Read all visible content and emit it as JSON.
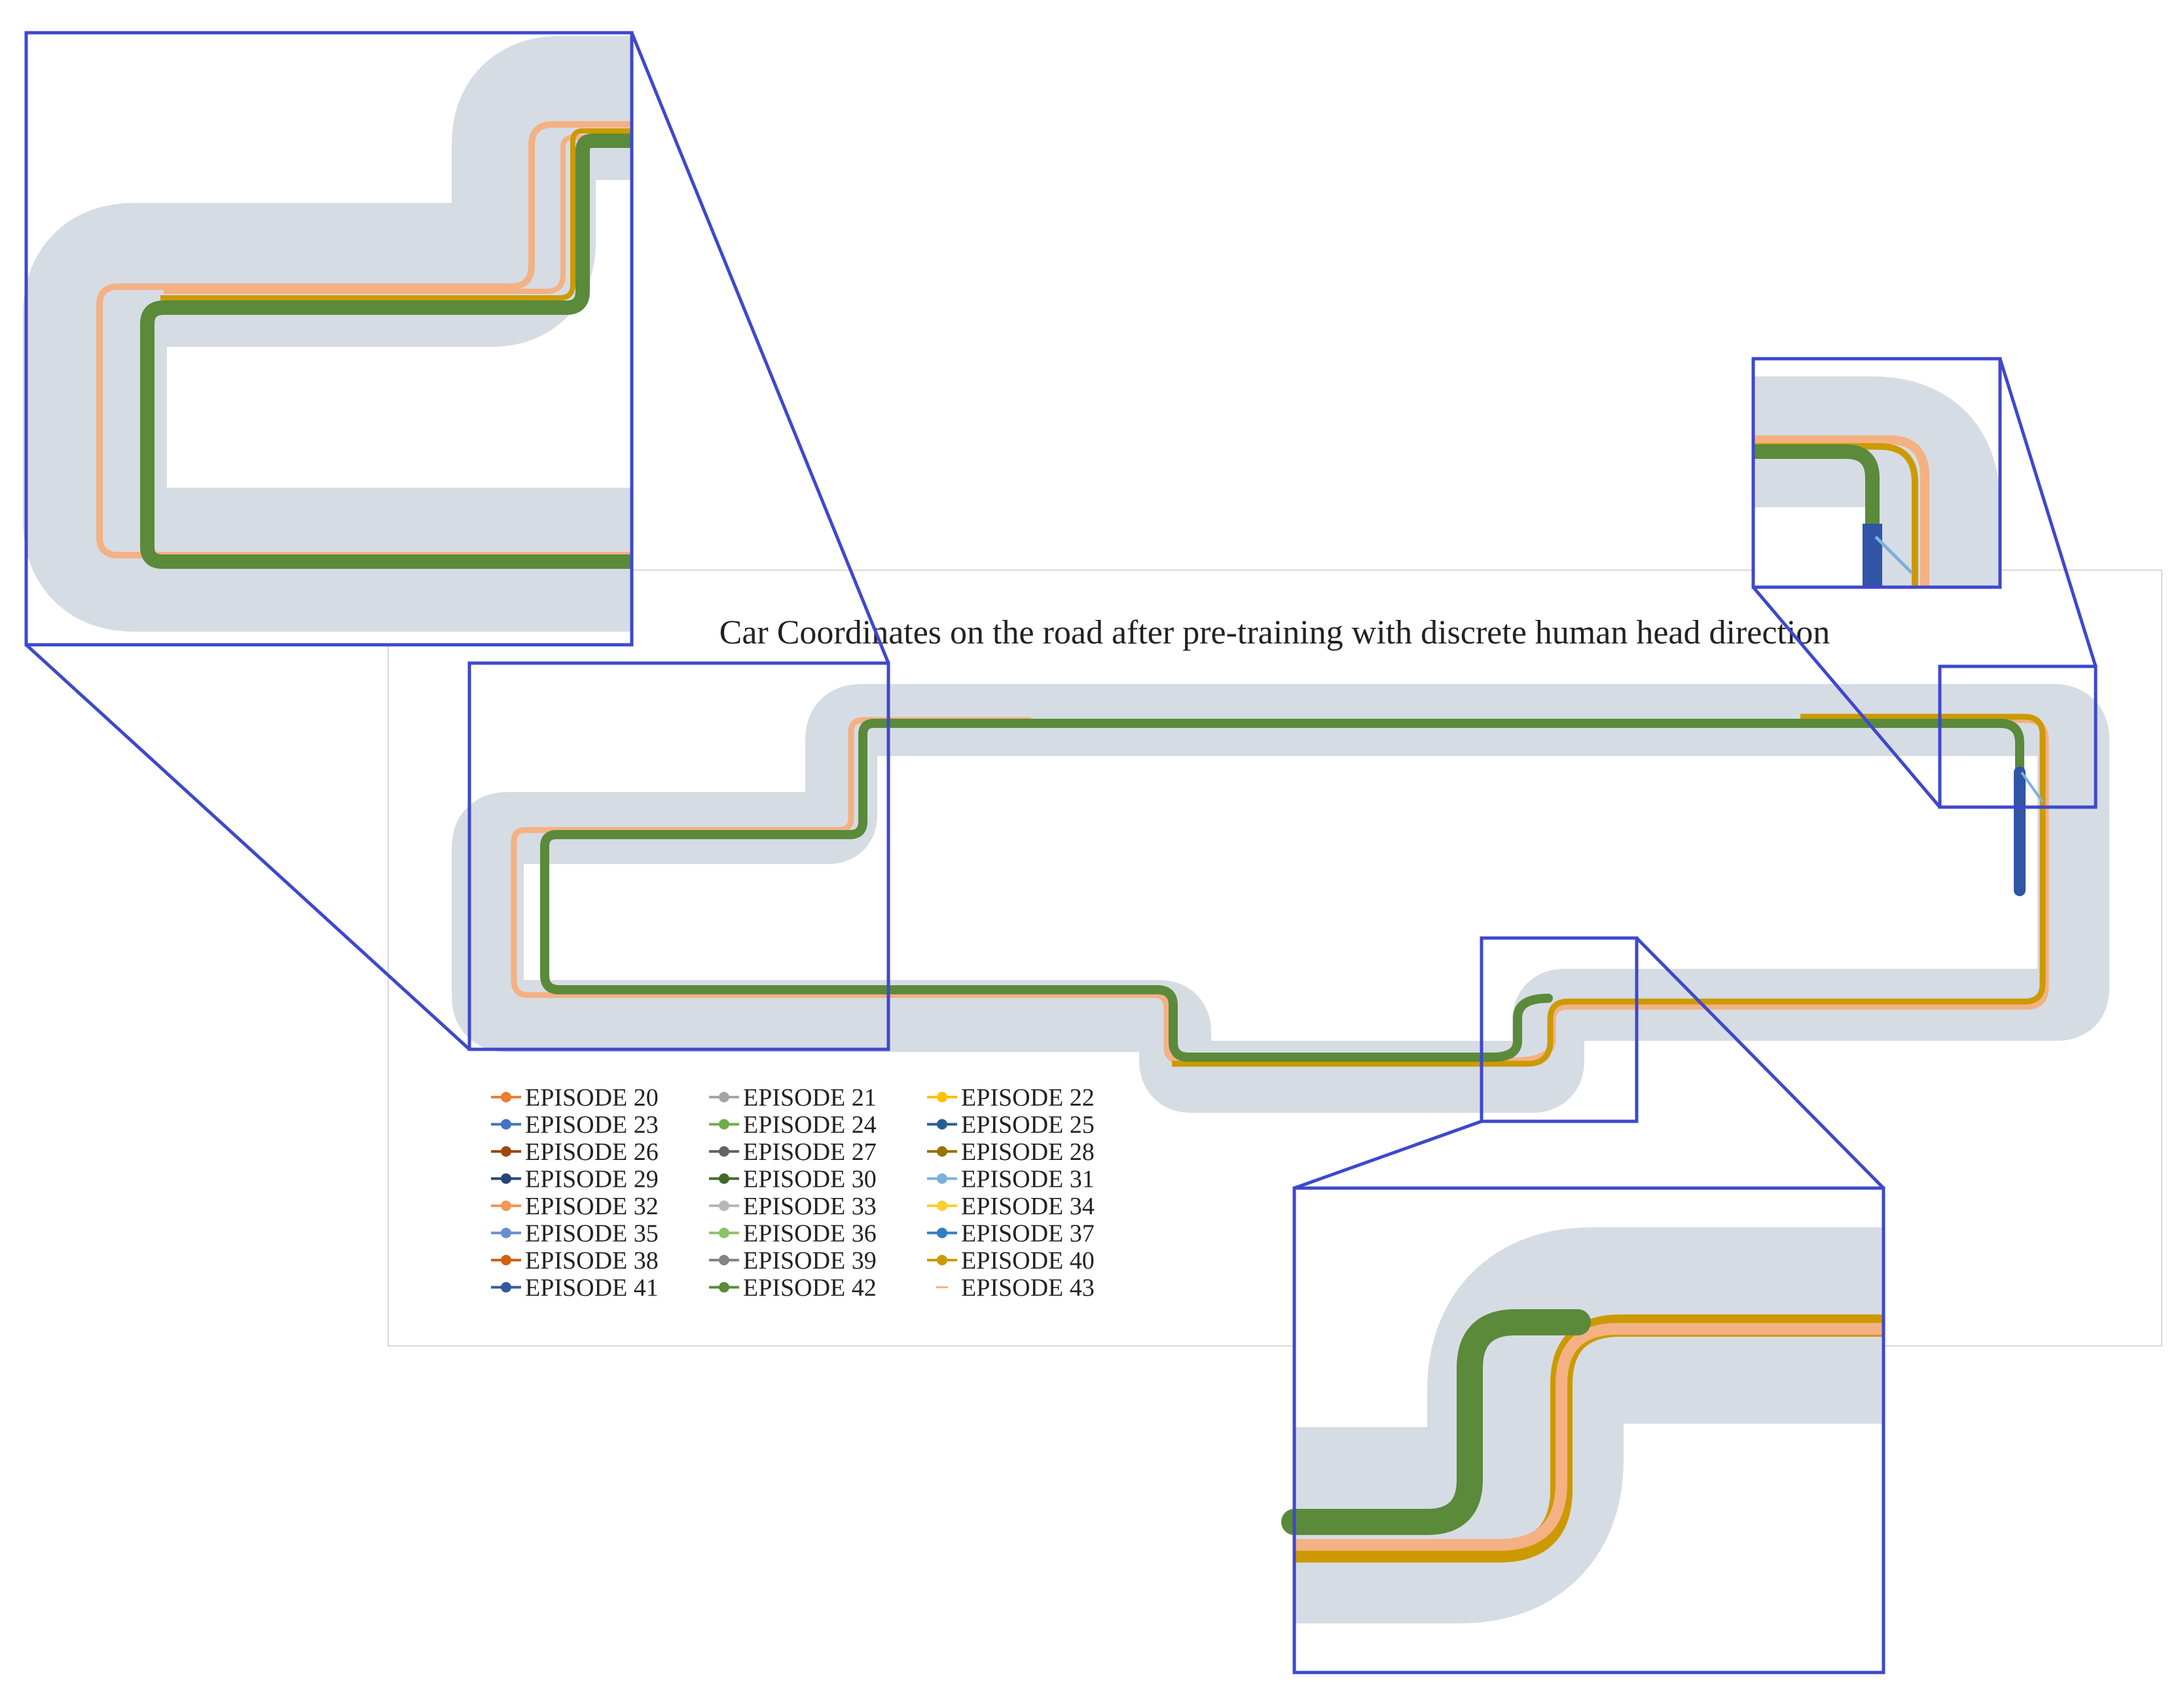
{
  "chart_data": {
    "type": "line",
    "title": "Car Coordinates on the road after pre-training with discrete human head direction",
    "xlabel": "",
    "ylabel": "",
    "grid": false,
    "legend_position": "bottom-left",
    "series": [
      {
        "name": "EPISODE 20",
        "color": "#ed7d31",
        "marker": "circle"
      },
      {
        "name": "EPISODE 21",
        "color": "#a5a5a5",
        "marker": "circle"
      },
      {
        "name": "EPISODE 22",
        "color": "#ffc000",
        "marker": "circle"
      },
      {
        "name": "EPISODE 23",
        "color": "#4472c4",
        "marker": "circle"
      },
      {
        "name": "EPISODE 24",
        "color": "#70ad47",
        "marker": "circle"
      },
      {
        "name": "EPISODE 25",
        "color": "#255e91",
        "marker": "circle"
      },
      {
        "name": "EPISODE 26",
        "color": "#9e480e",
        "marker": "circle"
      },
      {
        "name": "EPISODE 27",
        "color": "#636363",
        "marker": "circle"
      },
      {
        "name": "EPISODE 28",
        "color": "#997300",
        "marker": "circle"
      },
      {
        "name": "EPISODE 29",
        "color": "#264478",
        "marker": "circle"
      },
      {
        "name": "EPISODE 30",
        "color": "#43682b",
        "marker": "circle"
      },
      {
        "name": "EPISODE 31",
        "color": "#7cafdd",
        "marker": "circle"
      },
      {
        "name": "EPISODE 32",
        "color": "#f1975a",
        "marker": "circle"
      },
      {
        "name": "EPISODE 33",
        "color": "#b7b7b7",
        "marker": "circle"
      },
      {
        "name": "EPISODE 34",
        "color": "#ffcd33",
        "marker": "circle"
      },
      {
        "name": "EPISODE 35",
        "color": "#698ed0",
        "marker": "circle"
      },
      {
        "name": "EPISODE 36",
        "color": "#8cc168",
        "marker": "circle"
      },
      {
        "name": "EPISODE 37",
        "color": "#327dc2",
        "marker": "circle"
      },
      {
        "name": "EPISODE 38",
        "color": "#d26012",
        "marker": "circle"
      },
      {
        "name": "EPISODE 39",
        "color": "#848484",
        "marker": "circle"
      },
      {
        "name": "EPISODE 40",
        "color": "#cc9a00",
        "marker": "circle"
      },
      {
        "name": "EPISODE 41",
        "color": "#335aa1",
        "marker": "circle"
      },
      {
        "name": "EPISODE 42",
        "color": "#5a8a3a",
        "marker": "circle"
      },
      {
        "name": "EPISODE 43",
        "color": "#f4b183",
        "marker": "dash"
      }
    ]
  },
  "colors": {
    "road": "#d6dce4",
    "zoom_frame": "#3f48cc",
    "chart_border": "#d9d9d9",
    "trajectory_green": "#5a8a3a",
    "trajectory_salmon": "#f4b183",
    "trajectory_gold": "#cc9a00",
    "trajectory_blue": "#2f55a4"
  }
}
